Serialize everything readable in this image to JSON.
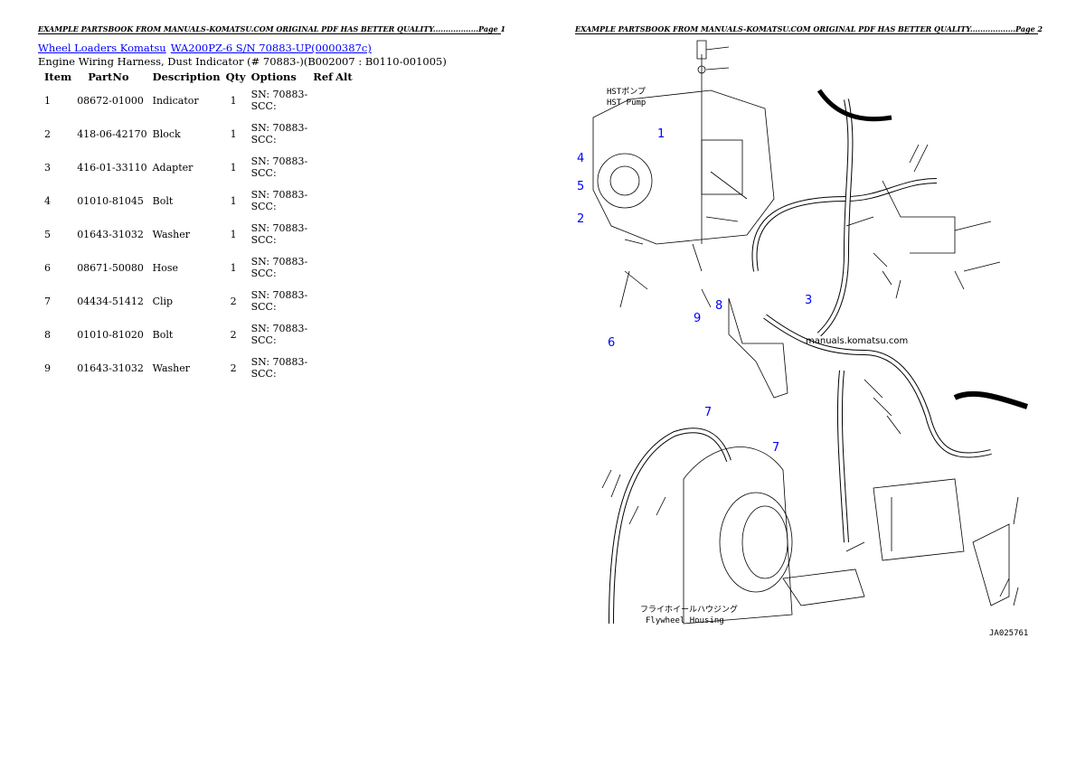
{
  "page1": {
    "header": "EXAMPLE PARTSBOOK FROM MANUALS-KOMATSU.COM ORIGINAL PDF HAS BETTER QUALITY..................Page 1",
    "breadcrumb": [
      "Wheel Loaders Komatsu",
      "WA200PZ-6 S/N 70883-UP(0000387c)"
    ],
    "subtitle": "Engine Wiring Harness, Dust Indicator (# 70883-)(B002007 : B0110-001005)",
    "columns": [
      "Item",
      "PartNo",
      "Description",
      "Qty",
      "Options",
      "Ref",
      "Alt"
    ],
    "rows": [
      {
        "item": "1",
        "partno": "08672-01000",
        "desc": "Indicator",
        "qty": "1",
        "options": [
          "SN: 70883-",
          "SCC:"
        ]
      },
      {
        "item": "2",
        "partno": "418-06-42170",
        "desc": "Block",
        "qty": "1",
        "options": [
          "SN: 70883-",
          "SCC:"
        ]
      },
      {
        "item": "3",
        "partno": "416-01-33110",
        "desc": "Adapter",
        "qty": "1",
        "options": [
          "SN: 70883-",
          "SCC:"
        ]
      },
      {
        "item": "4",
        "partno": "01010-81045",
        "desc": "Bolt",
        "qty": "1",
        "options": [
          "SN: 70883-",
          "SCC:"
        ]
      },
      {
        "item": "5",
        "partno": "01643-31032",
        "desc": "Washer",
        "qty": "1",
        "options": [
          "SN: 70883-",
          "SCC:"
        ]
      },
      {
        "item": "6",
        "partno": "08671-50080",
        "desc": "Hose",
        "qty": "1",
        "options": [
          "SN: 70883-",
          "SCC:"
        ]
      },
      {
        "item": "7",
        "partno": "04434-51412",
        "desc": "Clip",
        "qty": "2",
        "options": [
          "SN: 70883-",
          "SCC:"
        ]
      },
      {
        "item": "8",
        "partno": "01010-81020",
        "desc": "Bolt",
        "qty": "2",
        "options": [
          "SN: 70883-",
          "SCC:"
        ]
      },
      {
        "item": "9",
        "partno": "01643-31032",
        "desc": "Washer",
        "qty": "2",
        "options": [
          "SN: 70883-",
          "SCC:"
        ]
      }
    ]
  },
  "page2": {
    "header": "EXAMPLE PARTSBOOK FROM MANUALS-KOMATSU.COM ORIGINAL PDF HAS BETTER QUALITY..................Page 2",
    "diagram": {
      "hst_jp": "HSTポンプ",
      "hst_en": "HST Pump",
      "flywheel_jp": "フライホイールハウジング",
      "flywheel_en": "Flywheel Housing",
      "watermark": "manuals.komatsu.com",
      "drawing_code": "JA025761",
      "callouts": [
        "1",
        "4",
        "5",
        "2",
        "8",
        "9",
        "3",
        "6",
        "7",
        "7"
      ]
    }
  }
}
